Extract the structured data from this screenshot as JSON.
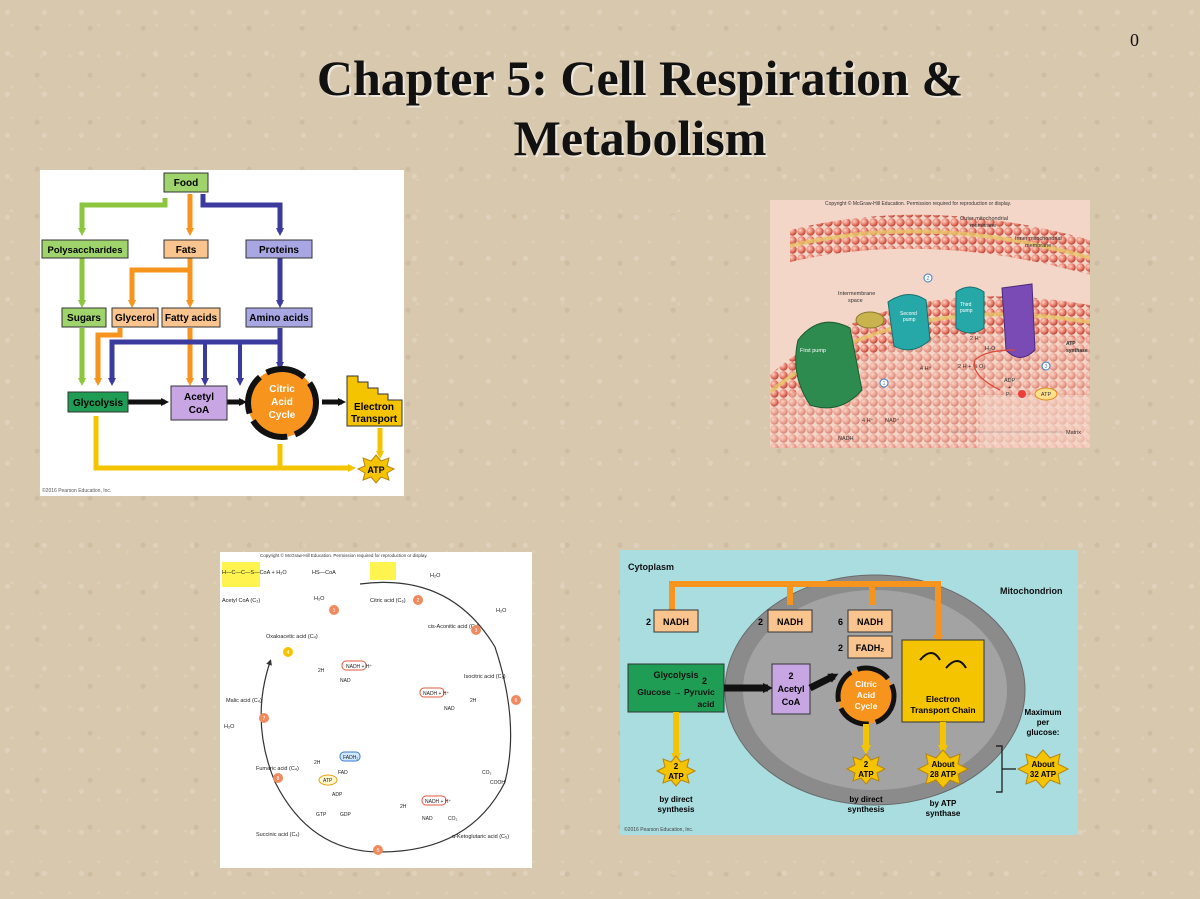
{
  "slide": {
    "title": "Chapter 5: Cell Respiration & Metabolism",
    "number": "0"
  },
  "flowchart": {
    "food": "Food",
    "polysaccharides": "Polysaccharides",
    "fats": "Fats",
    "proteins": "Proteins",
    "sugars": "Sugars",
    "glycerol": "Glycerol",
    "fatty_acids": "Fatty acids",
    "amino_acids": "Amino acids",
    "glycolysis": "Glycolysis",
    "acetyl_coa": [
      "Acetyl",
      "CoA"
    ],
    "citric_acid_cycle": [
      "Citric",
      "Acid",
      "Cycle"
    ],
    "electron_transport": [
      "Electron",
      "Transport"
    ],
    "atp": "ATP",
    "copyright": "©2016 Pearson Education, Inc."
  },
  "mito_membrane": {
    "copyright": "Copyright © McGraw-Hill Education. Permission required for reproduction or display.",
    "outer_membrane": [
      "Outer mitochondrial",
      "membrane"
    ],
    "inner_membrane": [
      "Inner mitochondrial",
      "membrane"
    ],
    "intermembrane_space": [
      "Intermembrane",
      "space"
    ],
    "first_pump": "First pump",
    "second_pump": [
      "Second",
      "pump"
    ],
    "third_pump": [
      "Third",
      "pump"
    ],
    "atp_synthase": [
      "ATP",
      "synthase"
    ],
    "nadh": "NADH",
    "nad_plus": "NAD⁺",
    "four_h_a": "4 H⁺",
    "four_h_b": "4 H⁺",
    "two_h": "2 H⁺",
    "h2o": "H₂O",
    "half_o2": "2 H + ½ O₂",
    "adp": "ADP",
    "plus": "+",
    "pi": "Pᵢ",
    "atp": "ATP",
    "matrix": "Matrix",
    "step1": "1",
    "step2": "2",
    "step3": "3"
  },
  "krebs": {
    "copyright": "Copyright © McGraw-Hill Education. Permission required for reproduction or display.",
    "acetyl_coa_formula": "H—C—C—S—CoA  +  H₂O",
    "acetyl_coa": "Acetyl CoA (C₂)",
    "hs_coa": "HS—CoA",
    "h2o_a": "H₂O",
    "h2o_b": "H₂O",
    "h2o_c": "H₂O",
    "h2o_d": "H₂O",
    "citric_acid": "Citric acid (C₆)",
    "cis_aconitic": "cis-Aconitic acid (C₆)",
    "isocitric": "Isocitric acid (C₆)",
    "oxaloacetic": "Oxaloacetic acid (C₄)",
    "malic": "Malic acid (C₄)",
    "fumaric": "Fumaric acid (C₄)",
    "succinic": "Succinic acid (C₄)",
    "ketoglutaric": "α-Ketoglutaric acid (C₅)",
    "nadh_h_a": "NADH + H⁺",
    "nadh_h_b": "NADH + H⁺",
    "nadh_h_c": "NADH + H⁺",
    "nad_a": "NAD",
    "nad_b": "NAD",
    "nad_c": "NAD",
    "twoh_a": "2H",
    "twoh_b": "2H",
    "twoh_c": "2H",
    "twoh_d": "2H",
    "fadh2": "FADH₂",
    "fad": "FAD",
    "atp": "ATP",
    "adp": "ADP",
    "gtp": "GTP",
    "gdp": "GDP",
    "co2_a": "CO₂",
    "co2_b": "CO₂",
    "cooh": "COOH",
    "steps": [
      "1",
      "2",
      "3",
      "4",
      "5",
      "6",
      "7",
      "8"
    ]
  },
  "atp_yield": {
    "cytoplasm": "Cytoplasm",
    "mitochondrion": "Mitochondrion",
    "nadh": "NADH",
    "fadh2": "FADH₂",
    "two": "2",
    "six": "6",
    "glycolysis": "Glycolysis",
    "glucose_pyruvic": "Glucose → Pyruvic",
    "acid": "acid",
    "acetyl_coa": [
      "2",
      "Acetyl",
      "CoA"
    ],
    "citric_acid_cycle": [
      "Citric",
      "Acid",
      "Cycle"
    ],
    "electron_transport_chain": [
      "Electron",
      "Transport Chain"
    ],
    "atp_2a": [
      "2",
      "ATP"
    ],
    "atp_2b": [
      "2",
      "ATP"
    ],
    "atp_28": [
      "About",
      "28 ATP"
    ],
    "atp_32": [
      "About",
      "32 ATP"
    ],
    "by_direct_synthesis_a": [
      "by direct",
      "synthesis"
    ],
    "by_direct_synthesis_b": [
      "by direct",
      "synthesis"
    ],
    "by_atp_synthase": [
      "by ATP",
      "synthase"
    ],
    "maximum_per_glucose": [
      "Maximum",
      "per",
      "glucose:"
    ],
    "copyright": "©2016 Pearson Education, Inc."
  },
  "colors": {
    "green_light": "#8cc63f",
    "orange": "#f7941d",
    "purple": "#3b3a9e",
    "yellow": "#f5c400",
    "glycolysis_green": "#1f9d55",
    "acetyl_purple": "#c7a6e3"
  }
}
